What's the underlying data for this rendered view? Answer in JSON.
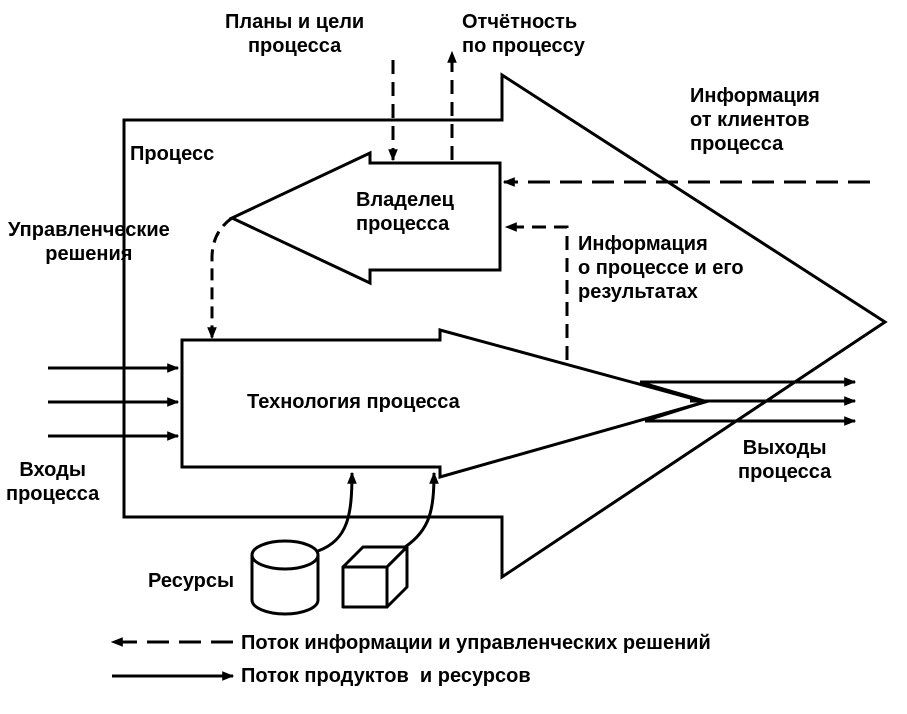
{
  "labels": {
    "plans_goals": "Планы и цели\nпроцесса",
    "reporting": "Отчётность\nпо процессу",
    "client_info": "Информация\nот клиентов\nпроцесса",
    "process": "Процесс",
    "owner": "Владелец\nпроцесса",
    "mgmt_decisions": "Управленческие\nрешения",
    "process_info": "Информация\nо процессе и его\nрезультатах",
    "technology": "Технология процесса",
    "inputs": "Входы\nпроцесса",
    "outputs": "Выходы\nпроцесса",
    "resources": "Ресурсы"
  },
  "legend": {
    "info_flow": "Поток информации и управленческих решений",
    "product_flow": "Поток продуктов  и ресурсов"
  }
}
